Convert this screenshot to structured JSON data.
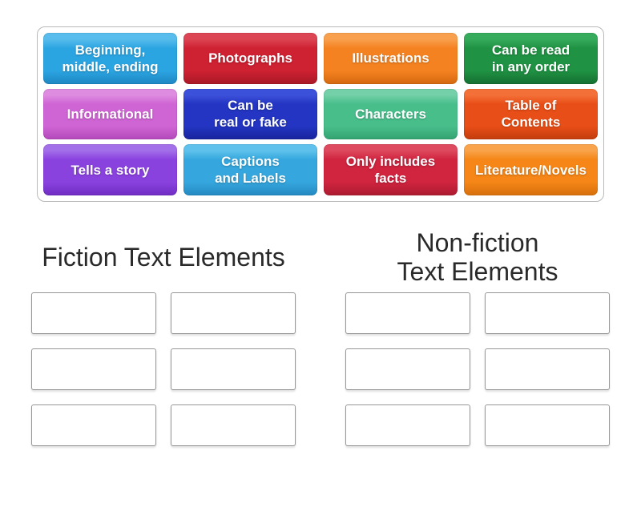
{
  "activity": {
    "kind": "group-sort",
    "background_color": "#ffffff",
    "board_border_color": "#b9b9b9",
    "slot_border_color": "#979797",
    "tile_text_color": "#ffffff",
    "title_text_color": "#2a2a2a"
  },
  "tiles": [
    {
      "label": "Beginning,\nmiddle, ending",
      "color_top": "#58bdec",
      "color_main": "#2ba5e2",
      "color_dark": "#1d86c2"
    },
    {
      "label": "Photographs",
      "color_top": "#dc4553",
      "color_main": "#ce2132",
      "color_dark": "#a81926"
    },
    {
      "label": "Illustrations",
      "color_top": "#f9a04e",
      "color_main": "#f58220",
      "color_dark": "#d4690f"
    },
    {
      "label": "Can be read\nin any order",
      "color_top": "#37ab5c",
      "color_main": "#1f9243",
      "color_dark": "#156e31"
    },
    {
      "label": "Informational",
      "color_top": "#de8ce0",
      "color_main": "#cf64d4",
      "color_dark": "#b348ba"
    },
    {
      "label": "Can be\nreal or fake",
      "color_top": "#3c51da",
      "color_main": "#2335c2",
      "color_dark": "#18249c"
    },
    {
      "label": "Characters",
      "color_top": "#74d0a8",
      "color_main": "#48be8b",
      "color_dark": "#33a271"
    },
    {
      "label": "Table of\nContents",
      "color_top": "#f37138",
      "color_main": "#e84e17",
      "color_dark": "#c23c0d"
    },
    {
      "label": "Tells a story",
      "color_top": "#a470ea",
      "color_main": "#8a42df",
      "color_dark": "#6f2cc2"
    },
    {
      "label": "Captions\nand Labels",
      "color_top": "#60c2ec",
      "color_main": "#35a7de",
      "color_dark": "#2488c0"
    },
    {
      "label": "Only includes\nfacts",
      "color_top": "#de4a5f",
      "color_main": "#d0243f",
      "color_dark": "#ab1b30"
    },
    {
      "label": "Literature/Novels",
      "color_top": "#f9a44c",
      "color_main": "#f58617",
      "color_dark": "#d66f0c"
    }
  ],
  "groups": [
    {
      "title": "Fiction Text Elements",
      "slot_count": 6
    },
    {
      "title": "Non-fiction\nText Elements",
      "slot_count": 6
    }
  ]
}
